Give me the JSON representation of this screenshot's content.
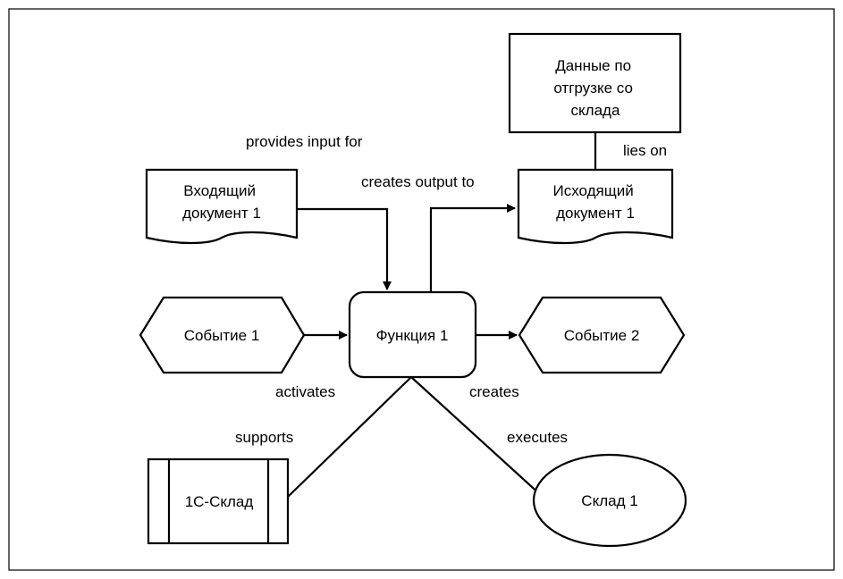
{
  "diagram": {
    "nodes": {
      "data_box": {
        "lines": [
          "Данные по",
          "отгрузке со",
          "склада"
        ]
      },
      "input_doc": {
        "lines": [
          "Входящий",
          "документ 1"
        ]
      },
      "output_doc": {
        "lines": [
          "Исходящий",
          "документ 1"
        ]
      },
      "event1": {
        "lines": [
          "Событие 1"
        ]
      },
      "function1": {
        "lines": [
          "Функция 1"
        ]
      },
      "event2": {
        "lines": [
          "Событие 2"
        ]
      },
      "system": {
        "lines": [
          "1С-Склад"
        ]
      },
      "org_unit": {
        "lines": [
          "Склад 1"
        ]
      }
    },
    "edge_labels": {
      "provides_input": "provides input for",
      "creates_output": "creates output to",
      "lies_on": "lies on",
      "activates": "activates",
      "creates": "creates",
      "supports": "supports",
      "executes": "executes"
    }
  }
}
